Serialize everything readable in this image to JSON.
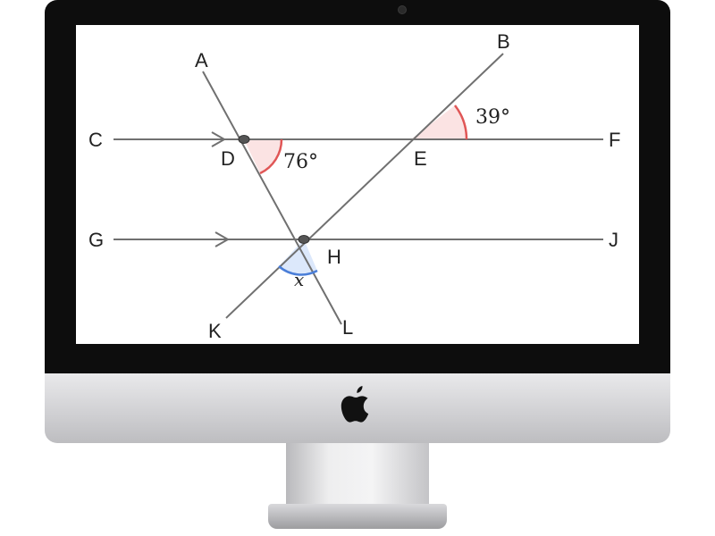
{
  "diagram": {
    "points": {
      "A": "A",
      "B": "B",
      "C": "C",
      "D": "D",
      "E": "E",
      "F": "F",
      "G": "G",
      "H": "H",
      "J": "J",
      "K": "K",
      "L": "L"
    },
    "angles": {
      "angle_D": "76°",
      "angle_E": "39°",
      "angle_H": "x"
    },
    "colors": {
      "line": "#707070",
      "red_arc": "#e05656",
      "red_fill": "#fbe3e3",
      "blue_arc": "#4a7ed8",
      "blue_fill": "#dce8fb"
    }
  },
  "device": {
    "logo_icon": "apple-logo-icon"
  }
}
